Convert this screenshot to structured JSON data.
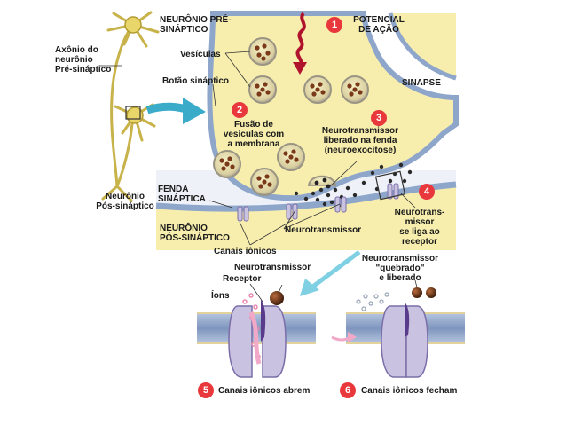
{
  "labels": {
    "presynaptic_neuron": "NEURÔNIO PRÉ-\nSINÁPTICO",
    "action_potential": "POTENCIAL\nDE AÇÃO",
    "axon": "Axônio do\nneurônio\nPré-sináptico",
    "vesicles": "Vesículas",
    "synaptic_button": "Botão sináptico",
    "synapse": "SINAPSE",
    "fusion": "Fusão de\nvesículas com\na membrana",
    "nt_released": "Neurotransmissor\nliberado na fenda\n(neuroexocitose)",
    "synaptic_cleft": "FENDA\nSINÁPTICA",
    "postsynaptic_neuron_small": "Neurônio\nPós-sináptico",
    "nt_binds": "Neurotrans-\nmissor\nse liga ao\nreceptor",
    "postsynaptic_neuron": "NEURÔNIO\nPÓS-SINÁPTICO",
    "neurotransmitter": "Neurotransmissor",
    "ion_channels": "Canais iônicos",
    "inset_nt": "Neurotransmissor",
    "inset_receptor": "Receptor",
    "ions": "Íons",
    "nt_broken": "Neurotransmissor\n\"quebrado\"\ne liberado",
    "channels_open": "Canais iônicos abrem",
    "channels_close": "Canais iônicos fecham"
  },
  "steps": [
    "1",
    "2",
    "3",
    "4",
    "5",
    "6"
  ],
  "colors": {
    "presynaptic_fill": "#f7eeae",
    "cleft_fill": "#c8dcf0",
    "membrane": "#9ab0d0",
    "accent_arrow": "#3aabc9",
    "badge": "#e8383c",
    "channel": "#c9c2e0",
    "receptor": "#5a3a8a",
    "neurotransmitter": "#7a3a1a"
  }
}
